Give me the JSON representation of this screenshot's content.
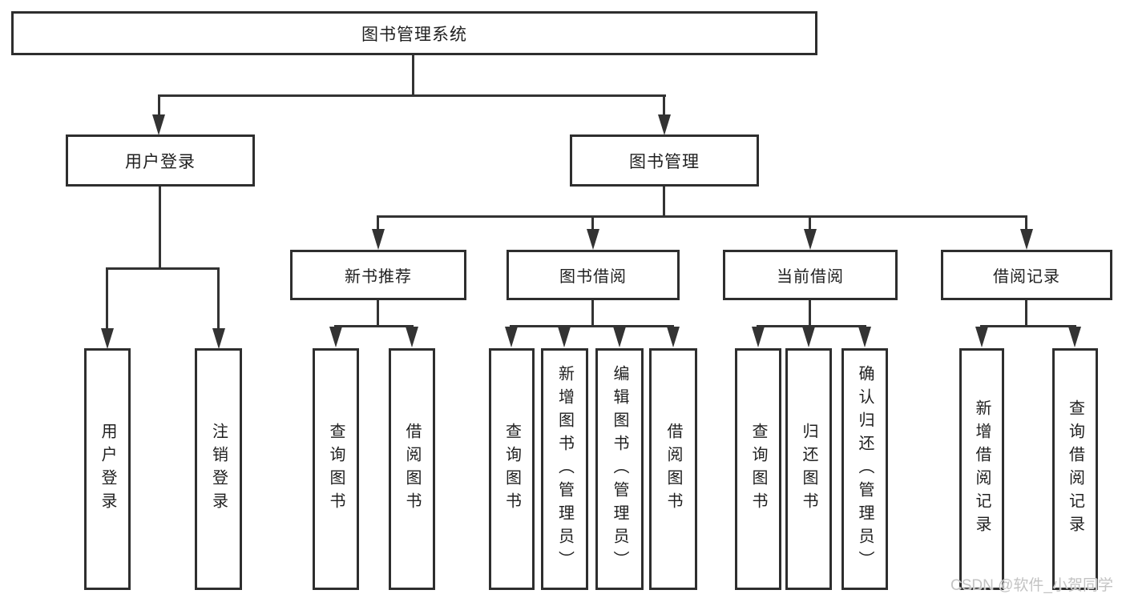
{
  "diagram": {
    "root": {
      "label": "图书管理系统"
    },
    "level2": [
      {
        "label": "用户登录"
      },
      {
        "label": "图书管理"
      }
    ],
    "level3": [
      {
        "label": "新书推荐"
      },
      {
        "label": "图书借阅"
      },
      {
        "label": "当前借阅"
      },
      {
        "label": "借阅记录"
      }
    ],
    "leaves": {
      "user_login": [
        "用户登录",
        "注销登录"
      ],
      "new_books": [
        "查询图书",
        "借阅图书"
      ],
      "book_borrow": [
        "查询图书",
        "新增图书（管理员）",
        "编辑图书（管理员）",
        "借阅图书"
      ],
      "current_borrow": [
        "查询图书",
        "归还图书",
        "确认归还（管理员）"
      ],
      "borrow_records": [
        "新增借阅记录",
        "查询借阅记录"
      ]
    }
  },
  "watermark": {
    "text": "CSDN @软件_小贺同学"
  },
  "colors": {
    "line": "#333333",
    "box_border": "#2e2e2e",
    "text": "#1f1f1f",
    "watermark": "#c3c3c3",
    "background": "#ffffff"
  }
}
